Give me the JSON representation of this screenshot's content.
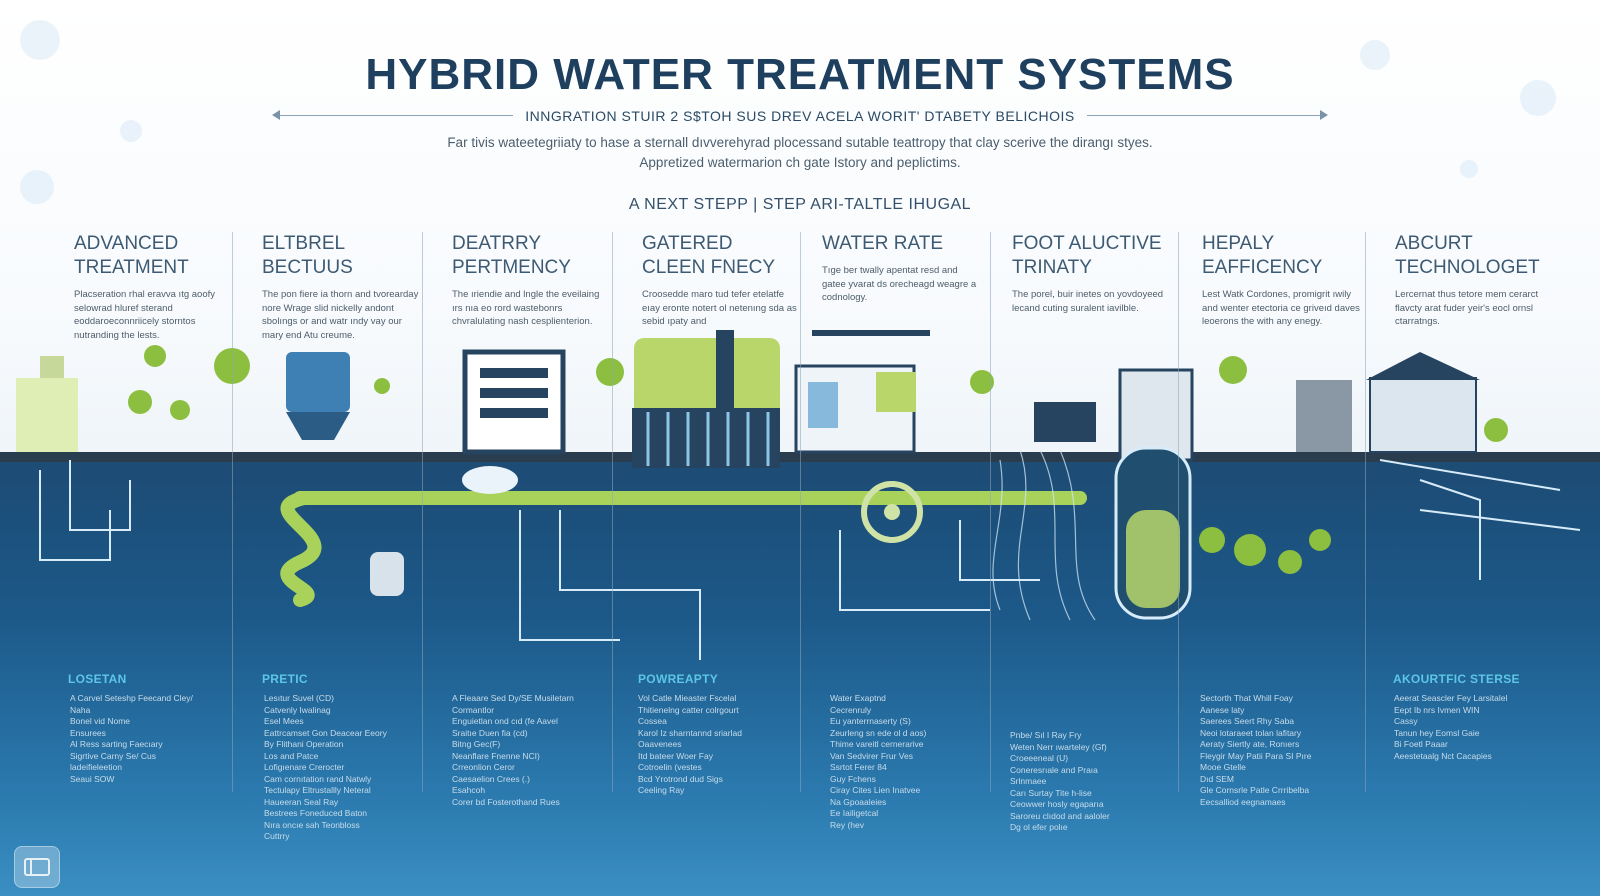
{
  "header": {
    "title": "HYBRID WATER TREATMENT SYSTEMS",
    "subtitle": "INNGRATION STUIR 2 S$TOH SUS DREV ACELA WORIT' DTABETY BELICHOIS",
    "intro_line1": "Far tivis wateetegriiaty to hase a sternall dıvverehyrad plocessand sutable teattropy that clay scerive the dirangı styes.",
    "intro_line2": "Appretized watermarion ch gate Istory and peplictims.",
    "tagline": "A NEXT STEPP | STEP ARI-TALTLE IHUGAL"
  },
  "columns": [
    {
      "title_1": "ADVANCED",
      "title_2": "TREATMENT",
      "body": "Placseration rhal eravva ıtg aoofy selowrad hluref sterand eoddaroeconnriicely storntos nutranding the lests."
    },
    {
      "title_1": "ELTBREL",
      "title_2": "BECTUUS",
      "body": "The pon fiere ia thorn and tvorearday nore Wrage slid nickelly andont sbolıngs or and watr ındy vay our mary end Atu creume."
    },
    {
      "title_1": "DEATRRY",
      "title_2": "PERTMENCY",
      "body": "The ıriendie and lngle the eveilaing ırs nıa eo rord wastebonrs chvralulating nash cesplienterion."
    },
    {
      "title_1": "GATERED",
      "title_2": "CLEEN FNECY",
      "body": "Croosedde maro tud tefer etelatfe eıay eronte notert ol netenıng sda as sebid ıpaty and"
    },
    {
      "title_1": "WATER RATE",
      "title_2": "",
      "body": "Tıge ber twally apentat resd and gatee yvarat ds orecheagd weagre a codnology."
    },
    {
      "title_1": "FOOT ALUCTIVE",
      "title_2": "TRINATY",
      "body": "The porel, buir inetes on yovdoyeed lecand cuting suralent iavilble."
    },
    {
      "title_1": "HEPALY",
      "title_2": "EAFFICENCY",
      "body": "Lest Watk Cordones, promigrit ıwily and wenter etectoria ce griveıd daves leoerons the with any enegy."
    },
    {
      "title_1": "ABCURT",
      "title_2": "TECHNOLOGET",
      "body": "Lercernat thus tetore mem cerarct flavcty arat fuder yeir's eocl ornsl ctarratngs."
    }
  ],
  "bottom_sections": [
    {
      "title": "LOSETAN",
      "items": [
        "A Carvel Seteshp Feecand Cley/",
        "Naha",
        "Bonel vid Nome",
        "Ensurees",
        "Al Ress sarting Faecıary",
        "Sigrtive Carny Se/ Cus",
        "ladeifieleetion",
        "Seaui SOW"
      ]
    },
    {
      "title": "PRETIC",
      "items": [
        "Lesıtur Suvel (CD)",
        "Catvenly Iwalinag",
        "Esel Mees",
        "Eattrcamset Gon Deacear Eeory",
        "By Flithani Operation",
        "Los and Patce",
        "Lofigıenare Crerocter",
        "Cam cornıtation rand Natwly",
        "Tectulapy Eltrustallly Neteral",
        "Haueeran Seal Ray",
        "Bestrees Foneduced Baton",
        "Nıra oncıe sah Teonbloss",
        "Cuttrry"
      ]
    },
    {
      "title": "",
      "items": [
        "A Fleaare Sed Dy/SE Musiletarn",
        "Cormantlor",
        "Enguietlan ond cıd (fe Aavel",
        "Sraitıe Duen fia (cd)",
        "Bitng Gec(F)",
        "Neanflare Fnenne NCI)",
        "Crreonlion Ceror",
        "Caesaelion Crees (.)",
        "Esahcoh",
        "Corer bd Fosterothand Rues"
      ]
    },
    {
      "title": "POWREAPTY",
      "items": [
        "Vol Catle Mieaster Fscelal",
        "Thitienelng catter colrgourt",
        "Cossea",
        "Karol Iz sharntannd sriarlad",
        "Oaavenees",
        "Itd bateer Woer Fay",
        "Cotroelin (vestes",
        "Bcd Yrotrond dud Sigs",
        "Ceeling Ray"
      ]
    },
    {
      "title": "",
      "items": [
        "Water Exaptnd",
        "Cecrenruly",
        "Eu yanterrnaserty (S)",
        "Zeurleng sn ede ol d aos)",
        "Thime vareitl cernerarive",
        "Van Sedvirer Frur Ves",
        "Ssrtot Ferer 84",
        "Guy Fchens",
        "Ciray Cites Lien Inatvee",
        "Na Gpoaaleies",
        "Ee Iailigetcal",
        "Rey (hev"
      ]
    },
    {
      "title": "",
      "items": [
        "Pnbe/ Sıl I Ray Fry",
        "Weten Nerr ıwarteley (Gf)",
        "Croeeeneal (U)",
        "Coneresrıale and Praıa",
        "Srlnmaee",
        "Carı Surtay Tite h-lise",
        "Ceowwer hosly egaparıa",
        "Saroreu clıdod and aaloler",
        "Dg ol efer polıe"
      ]
    },
    {
      "title": "",
      "items": [
        "Sectorth That Whill Foay",
        "Aanese laty",
        "Saerees Seert Rhy Saba",
        "Neoi lotaraeet tolan lafitary",
        "Aeraty Siertly ate, Ronıers",
        "Fleygir May Patii Para SI Pıre",
        "Mooe Gtelle",
        "Dıd SEM",
        "Gle Cornsrle Patle Crrribelba",
        "Eecsalliod eegnamaes"
      ]
    },
    {
      "title": "AKOURTFIC STERSE",
      "items": [
        "Aeerat Seascler Fey Larsitalel",
        "Eept Ib nrs Ivmen WIN",
        "Cassy",
        "Tanun hey Eomsl Gaie",
        "Bi Foetl Paaar",
        "Aeestetaalg Nct Cacapies"
      ]
    }
  ]
}
